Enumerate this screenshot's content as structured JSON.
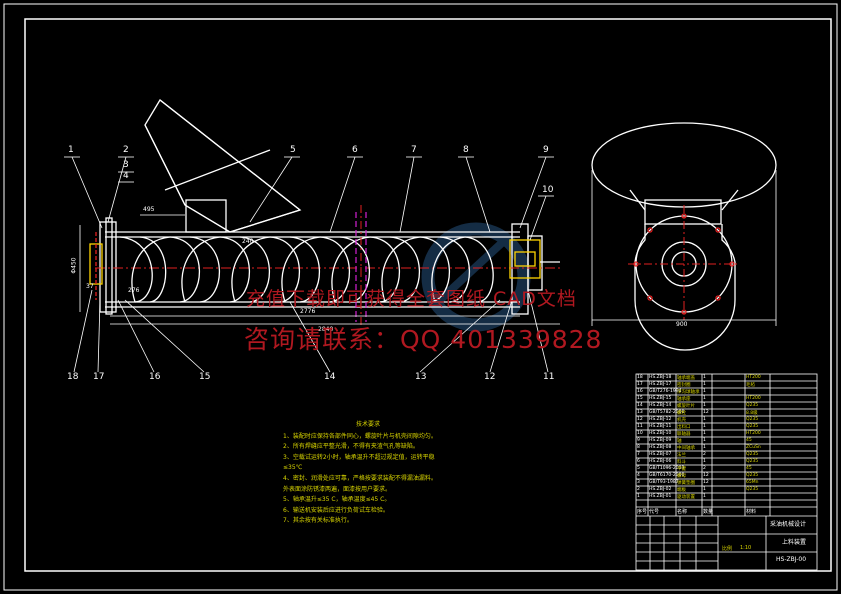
{
  "balloons": [
    "1",
    "2",
    "3",
    "4",
    "5",
    "6",
    "7",
    "8",
    "9",
    "10",
    "11",
    "12",
    "13",
    "14",
    "15",
    "16",
    "17",
    "18"
  ],
  "dimensions": {
    "d_top": "495",
    "d_width_side": "900",
    "d_len1": "2776",
    "d_len2": "2840",
    "d_240": "240",
    "d_37": "37",
    "d_450": "Φ450",
    "d_276": "276"
  },
  "watermark": {
    "line1": "充值下载即可获得全套图纸 CAD文档",
    "line2": "咨询请联系：QQ 401339828"
  },
  "tech_notes": {
    "title": "技术要求",
    "items": [
      "1、装配时应保持各部件同心，螺旋叶片与机壳间隙均匀。",
      "2、所有焊缝应平整光滑，不得有夹渣气孔等缺陷。",
      "3、空载试运转2小时，轴承温升不超过规定值，运转平稳",
      "≤35℃",
      "4、密封、润滑处应可靠，严格按要求装配不得漏油漏料。",
      "外表面涂防锈漆两遍，面漆按用户要求。",
      "5、轴承温升≤35 C，轴承温度≤45 C。",
      "6、输送机安装后应进行负荷试车检验。",
      "7、其余按有关标准执行。"
    ]
  },
  "title_block": {
    "name": "上料装置",
    "company": "采油机械设计",
    "drawing_no": "HS-ZBJ-00",
    "scale_label": "比例",
    "scale": "1:10"
  },
  "bom_rows": [
    [
      "18",
      "HS.ZBJ-18",
      "轴承端盖",
      "1",
      "HT200"
    ],
    [
      "17",
      "HS.ZBJ-17",
      "密封圈",
      "1",
      "毛毡"
    ],
    [
      "16",
      "GB/T276-1994",
      "深沟球轴承",
      "1",
      ""
    ],
    [
      "15",
      "HS.ZBJ-15",
      "轴承座",
      "1",
      "HT200"
    ],
    [
      "14",
      "HS.ZBJ-14",
      "螺旋叶片",
      "1",
      "Q235"
    ],
    [
      "13",
      "GB/T5782-2000",
      "螺栓",
      "12",
      "8.8级"
    ],
    [
      "12",
      "HS.ZBJ-12",
      "机壳",
      "1",
      "Q235"
    ],
    [
      "11",
      "HS.ZBJ-11",
      "出料口",
      "1",
      "Q235"
    ],
    [
      "10",
      "HS.ZBJ-10",
      "联轴器",
      "1",
      "HT200"
    ],
    [
      "9",
      "HS.ZBJ-09",
      "轴",
      "1",
      "45"
    ],
    [
      "8",
      "HS.ZBJ-08",
      "中间轴承",
      "1",
      "ZCuSn"
    ],
    [
      "7",
      "HS.ZBJ-07",
      "法兰",
      "2",
      "Q235"
    ],
    [
      "6",
      "HS.ZBJ-06",
      "料斗",
      "1",
      "Q235"
    ],
    [
      "5",
      "GB/T1096-2003",
      "平键",
      "2",
      "45"
    ],
    [
      "4",
      "GB/T6170-2000",
      "螺母",
      "12",
      "Q235"
    ],
    [
      "3",
      "GB/T93-1987",
      "弹簧垫圈",
      "12",
      "65Mn"
    ],
    [
      "2",
      "HS.ZBJ-02",
      "端板",
      "1",
      "Q235"
    ],
    [
      "1",
      "HS.ZBJ-01",
      "驱动装置",
      "1",
      ""
    ]
  ],
  "bom_header": [
    "序号",
    "代号",
    "名称",
    "数量",
    "材料"
  ]
}
